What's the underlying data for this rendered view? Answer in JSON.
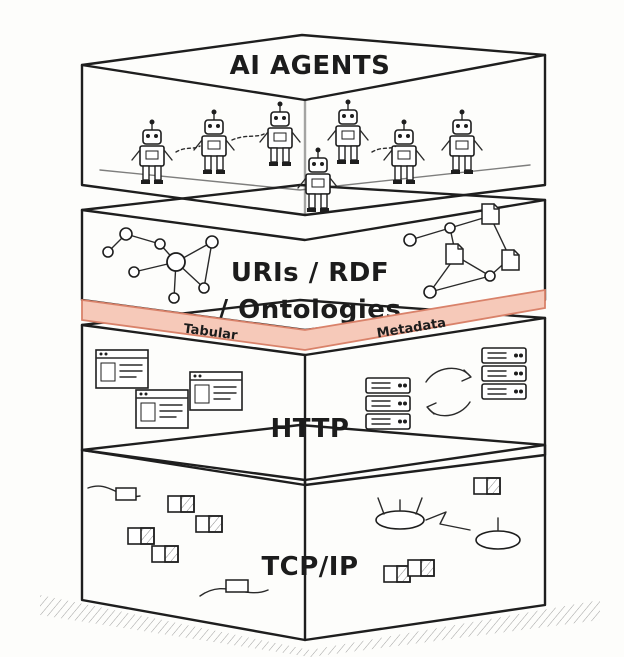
{
  "layers": {
    "ai_agents": {
      "title": "AI AGENTS"
    },
    "semantic": {
      "line1": "URIs / RDF",
      "line2": "/ Ontologies"
    },
    "http": {
      "title": "HTTP"
    },
    "tcpip": {
      "title": "TCP/IP"
    }
  },
  "band": {
    "left_label": "Tabular",
    "right_label": "Metadata",
    "color": "#f6c9b9",
    "edge_color": "#d9826a"
  },
  "colors": {
    "ink": "#1e1e1e",
    "paper": "#fdfdfb"
  }
}
